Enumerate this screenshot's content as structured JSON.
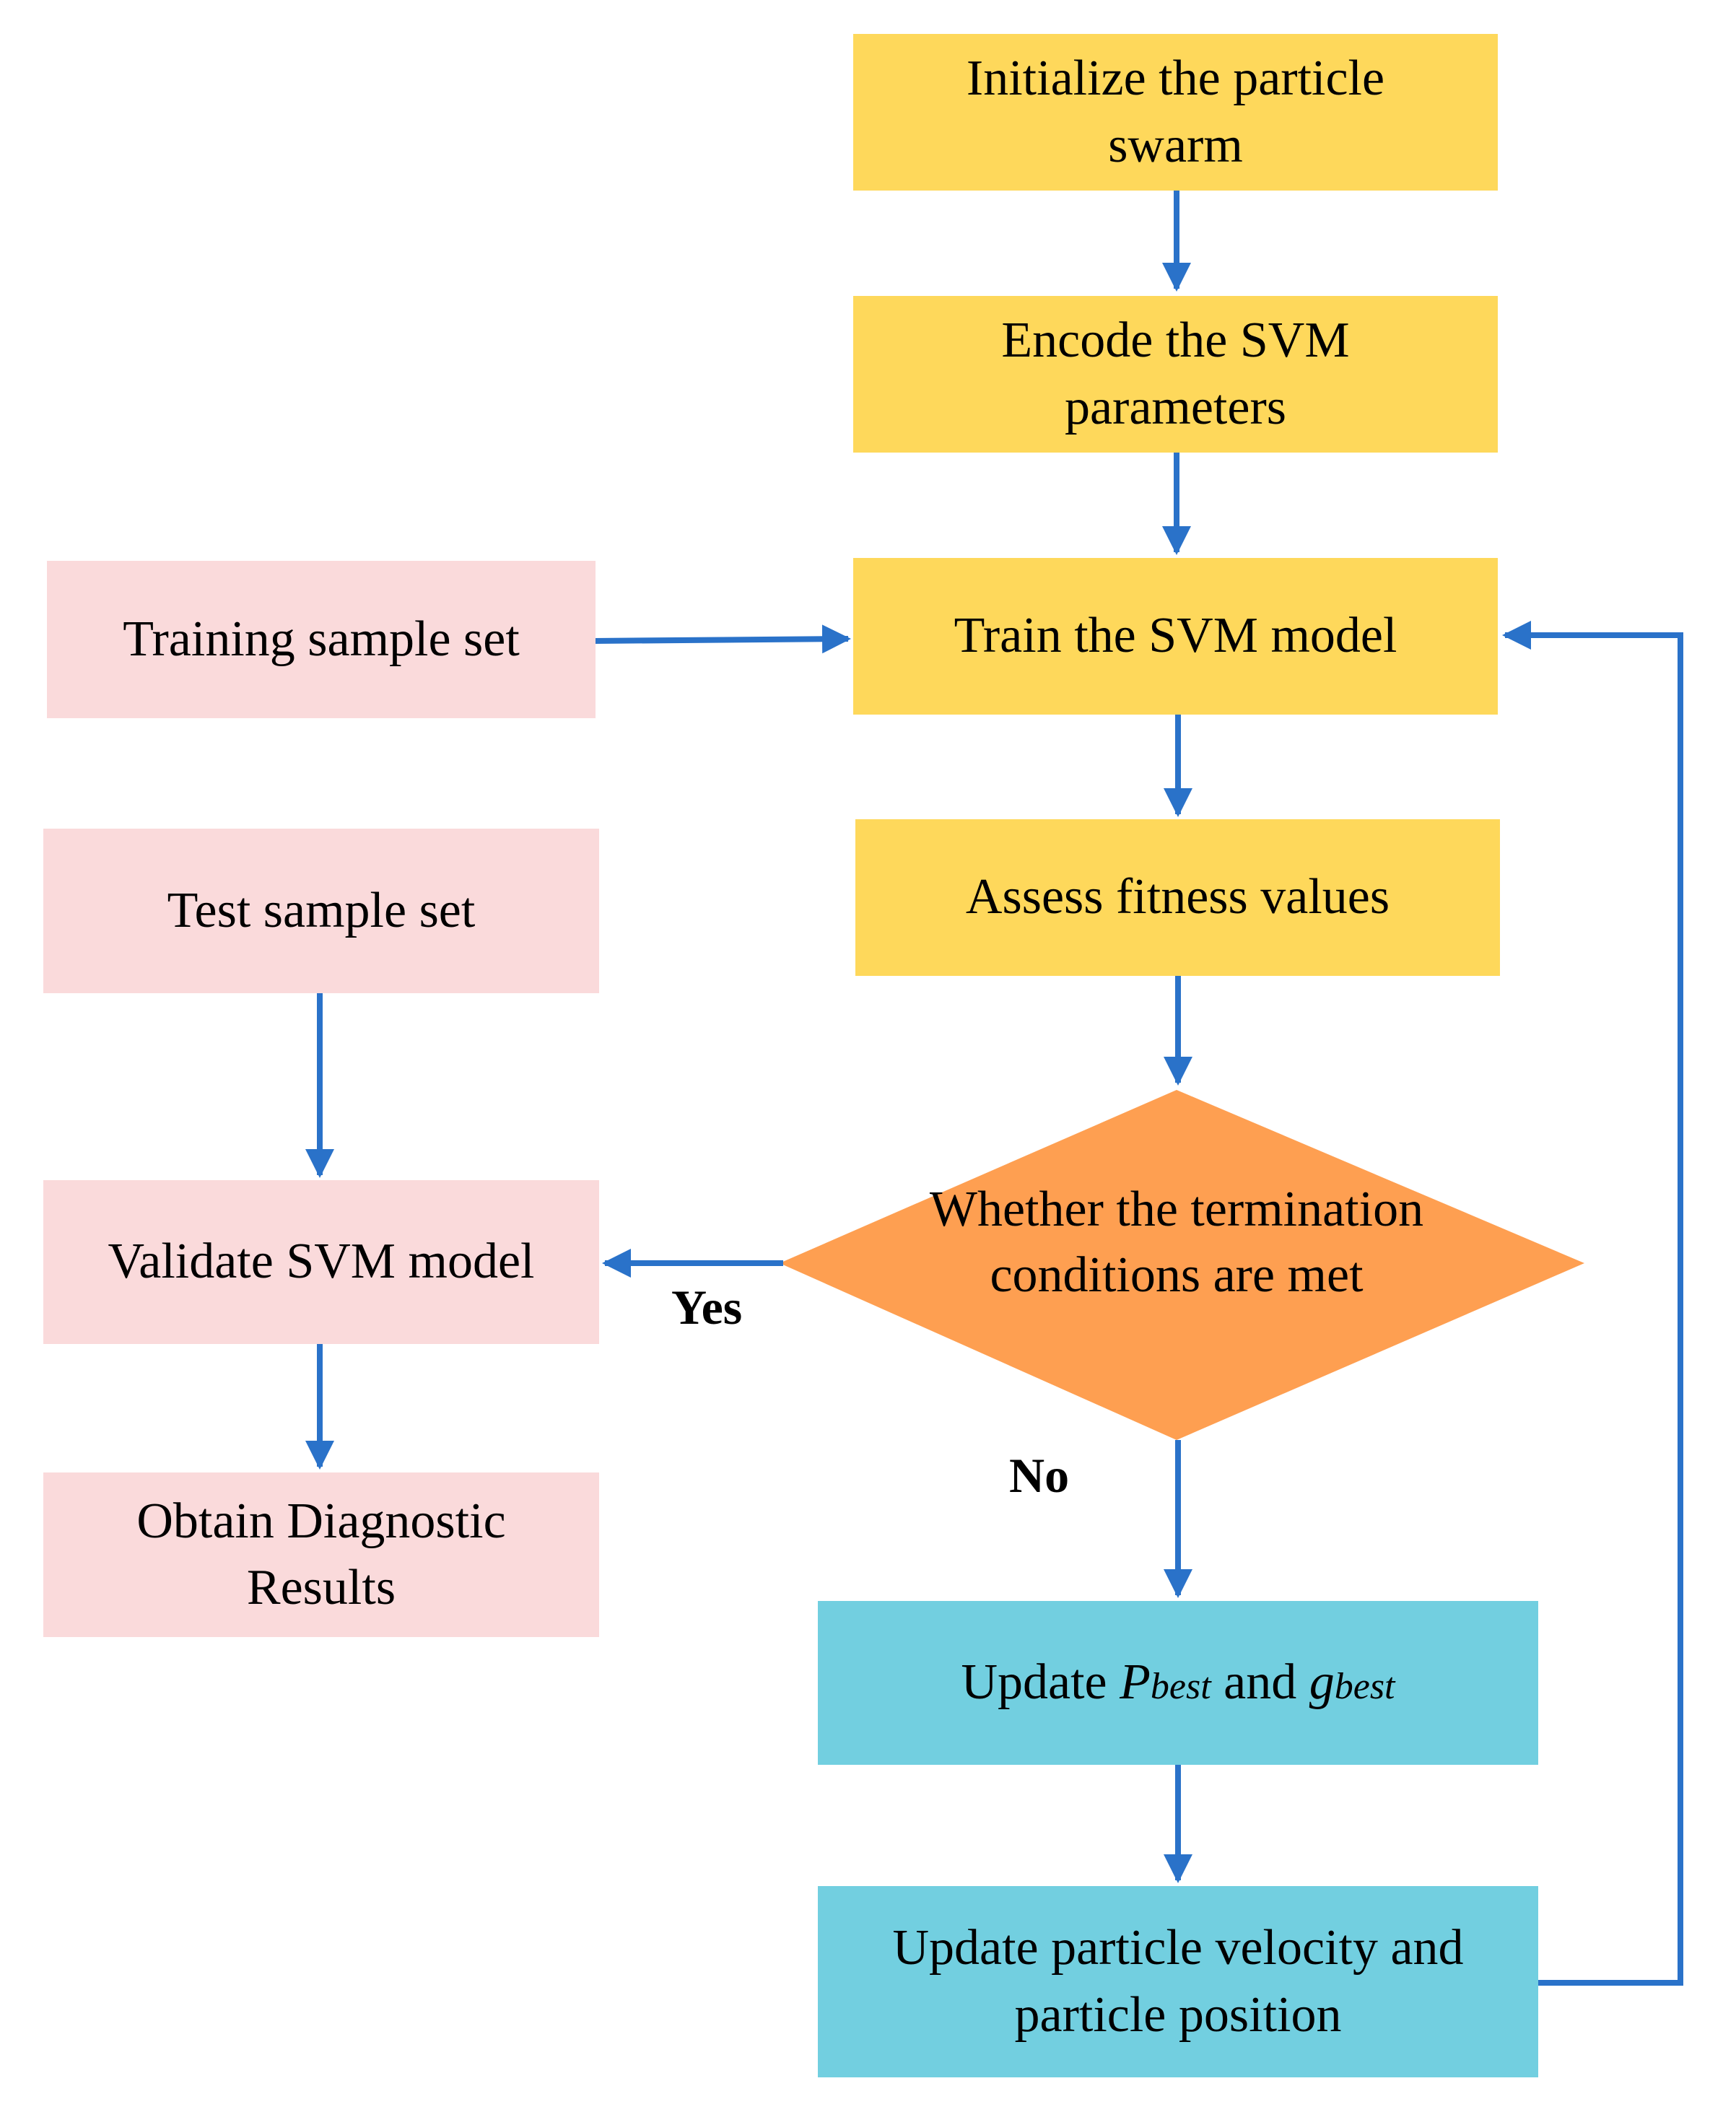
{
  "colors": {
    "yellow": "#FED85B",
    "pink": "#FADADB",
    "orange": "#FE9F51",
    "cyan": "#72CFE0",
    "arrow": "#2A72C9"
  },
  "nodes": {
    "init": "Initialize the particle swarm",
    "encode": "Encode the SVM parameters",
    "train": "Train the SVM model",
    "assess": "Assess fitness values",
    "decision": "Whether the termination conditions are met",
    "update_best": {
      "prefix": "Update ",
      "p": "P",
      "p_sub": "best",
      "and": " and ",
      "g": "g",
      "g_sub": "best"
    },
    "update_velocity": "Update particle velocity and particle position",
    "training_set": "Training sample set",
    "test_set": "Test sample set",
    "validate": "Validate SVM model",
    "results": "Obtain Diagnostic Results"
  },
  "edge_labels": {
    "yes": "Yes",
    "no": "No"
  }
}
